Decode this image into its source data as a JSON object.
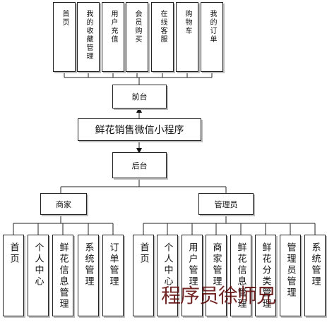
{
  "top_modules": [
    "首页",
    "我的收藏管理",
    "用户充值",
    "会员购买",
    "在线客服",
    "购物车",
    "我的订单"
  ],
  "frontend_label": "前台",
  "system_title": "鲜花销售微信小程序",
  "backend_label": "后台",
  "merchant": {
    "label": "商家",
    "modules": [
      "首页",
      "个人中心",
      "鲜花信息管理",
      "系统管理",
      "订单管理"
    ]
  },
  "admin": {
    "label": "管理员",
    "modules": [
      "首页",
      "个人中心",
      "用户管理",
      "商家管理",
      "鲜花信息管理",
      "鲜花分类管理",
      "管理员管理",
      "系统管理"
    ]
  },
  "watermark": "程序员徐师兄"
}
